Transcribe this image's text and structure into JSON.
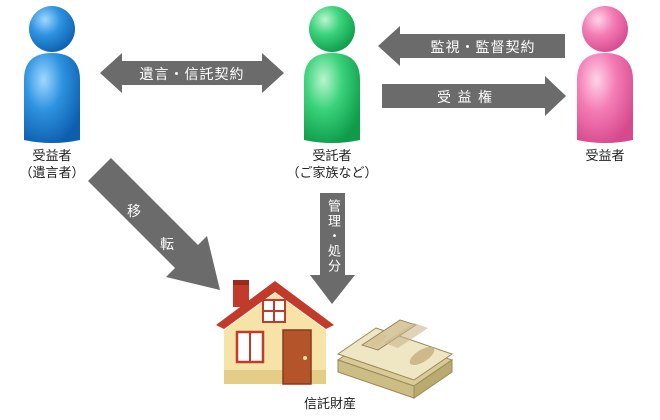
{
  "colors": {
    "settlor": "#1e88d8",
    "trustee": "#2ecf72",
    "beneficiary": "#f277b0",
    "arrow": "#6b6b6b",
    "house_wall": "#f6e3a8",
    "house_roof": "#c23a2a",
    "money": "#e8dcb0"
  },
  "people": {
    "settlor": {
      "line1": "受益者",
      "line2": "（遺言者）",
      "icon": "person-icon"
    },
    "trustee": {
      "line1": "受託者",
      "line2": "（ご家族など）",
      "icon": "person-icon"
    },
    "beneficiary": {
      "line1": "受益者",
      "icon": "person-icon"
    }
  },
  "arrows": {
    "will_trust": "遺言・信託契約",
    "supervision": "監視・監督契約",
    "beneficial_right": "受 益 権",
    "transfer_1": "移",
    "transfer_2": "転",
    "manage": "管理・処分"
  },
  "property": {
    "label": "信託財産",
    "icons": [
      "house-icon",
      "money-bundle-icon"
    ]
  }
}
